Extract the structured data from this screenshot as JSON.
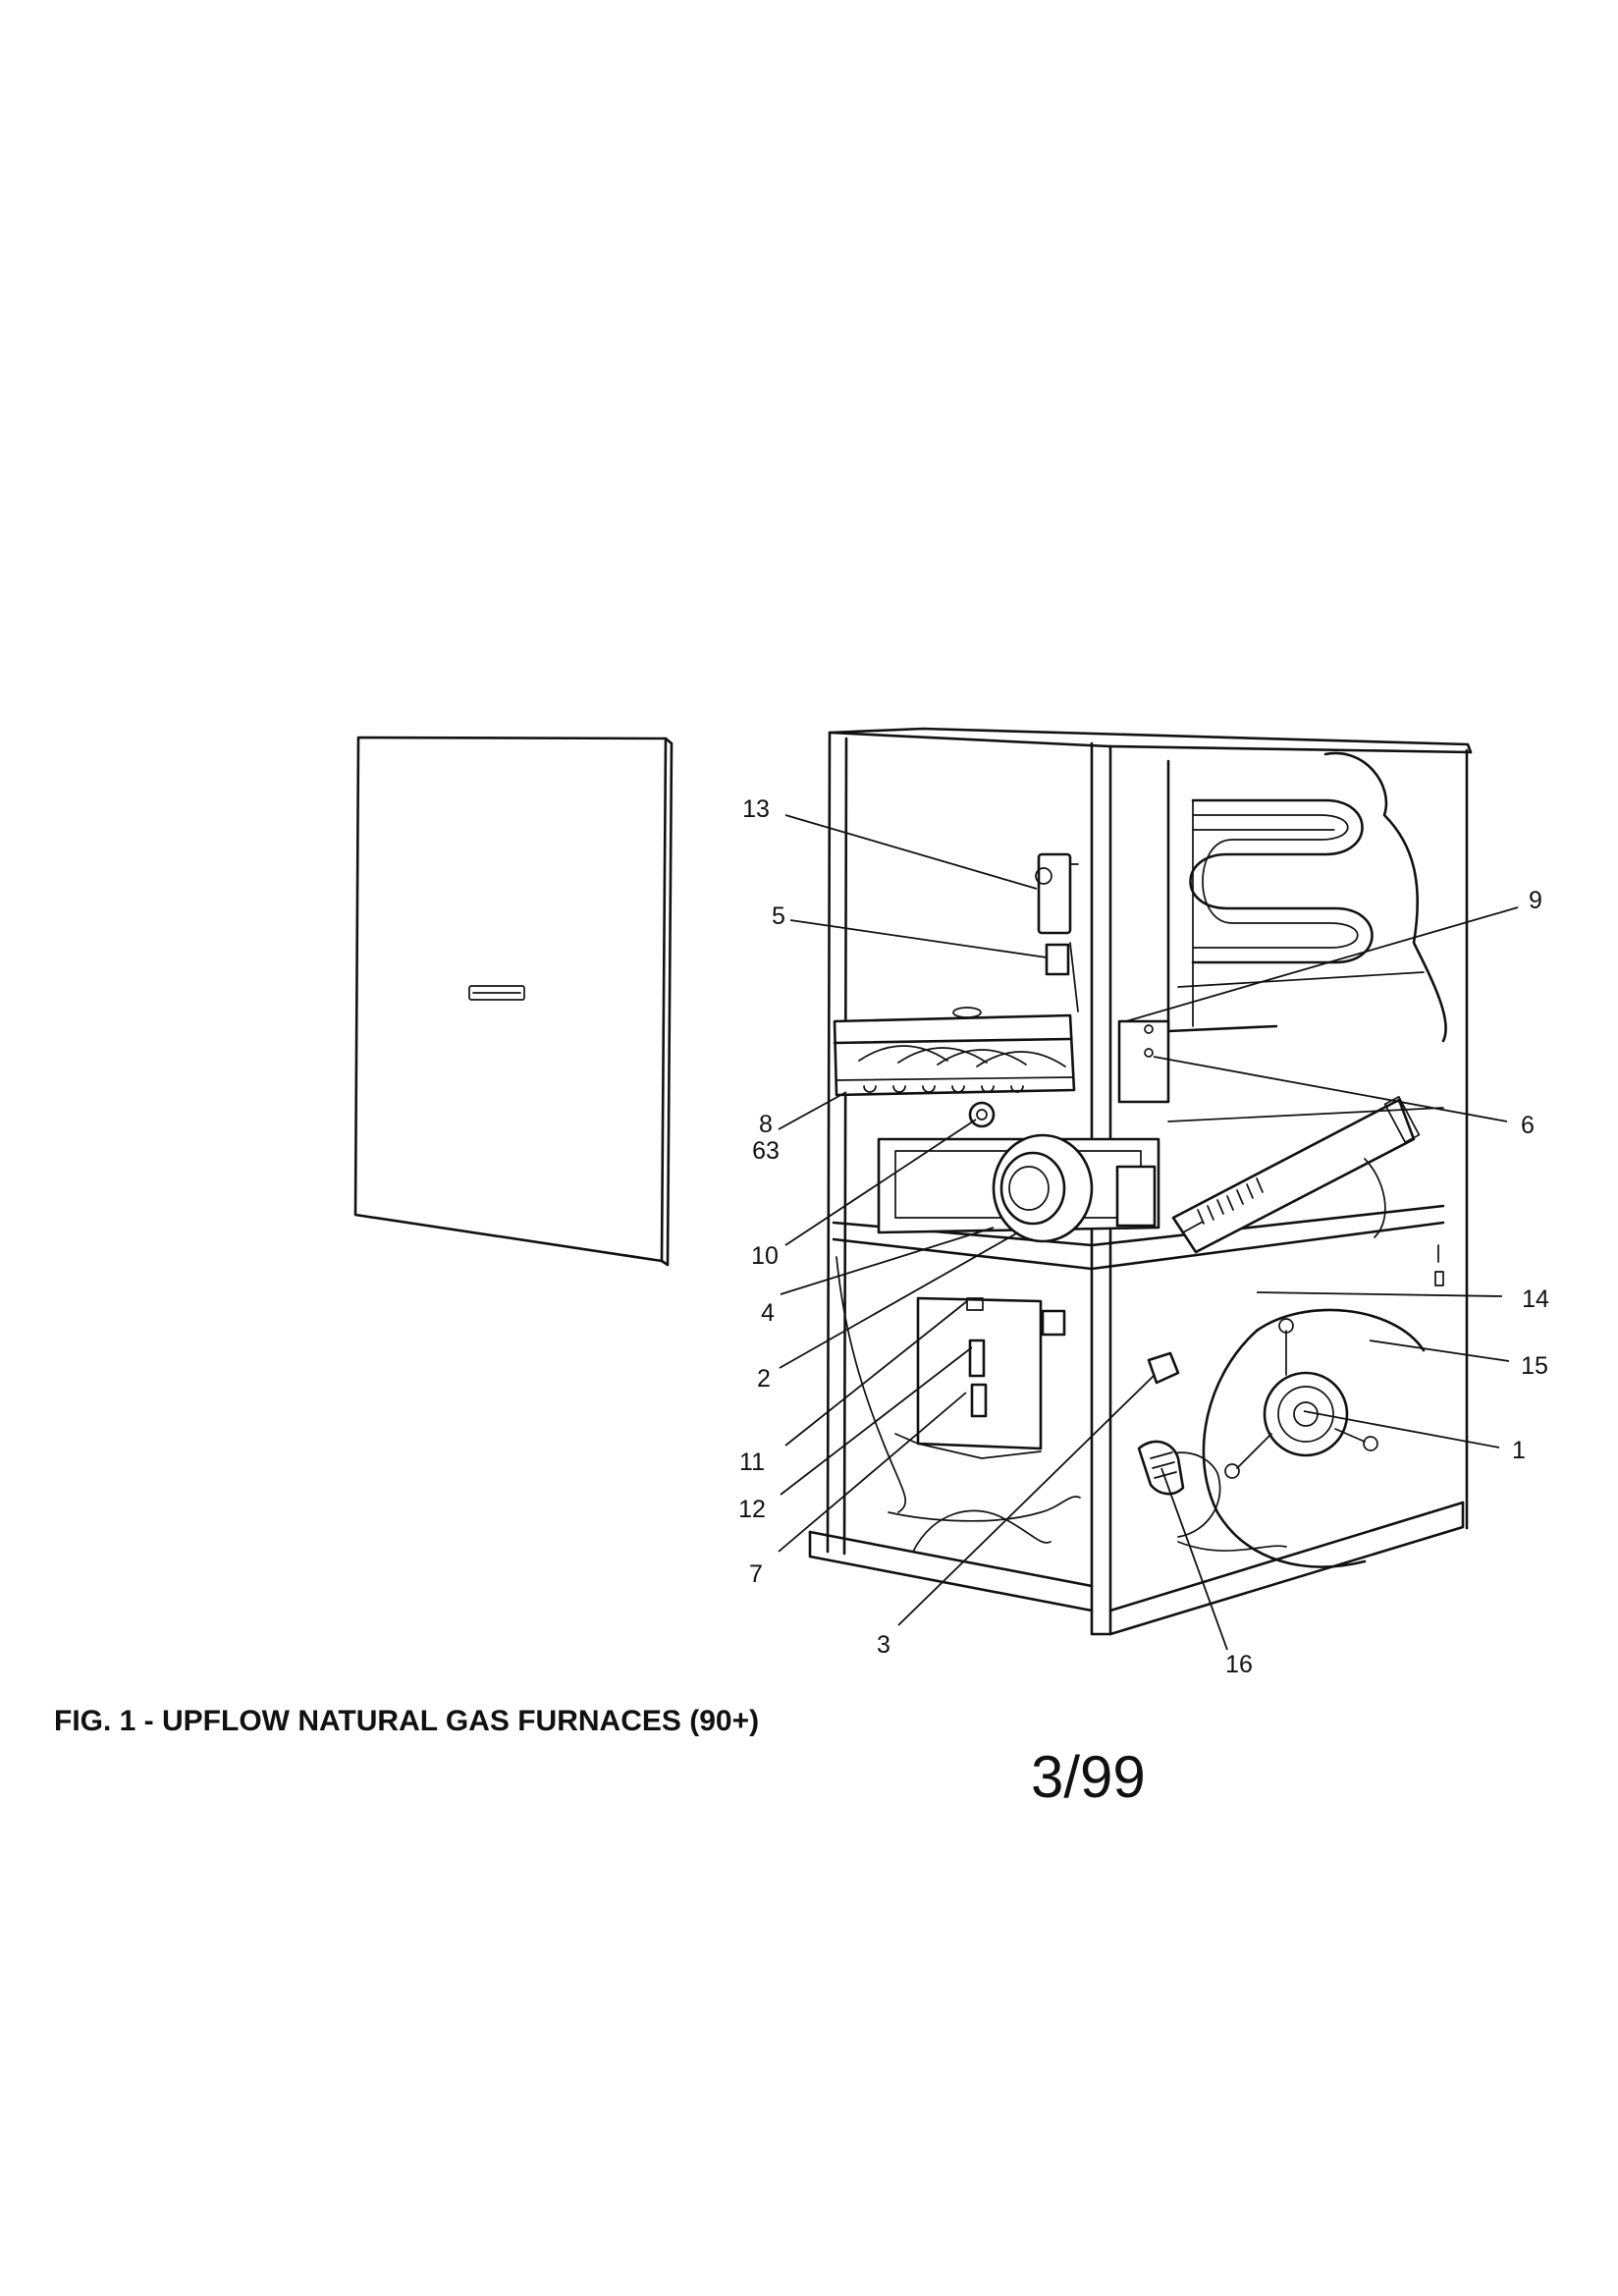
{
  "figure": {
    "caption": "FIG. 1 - UPFLOW NATURAL GAS FURNACES (90+)",
    "page_code": "3/99"
  },
  "callouts": [
    {
      "id": "13",
      "text": "13"
    },
    {
      "id": "5",
      "text": "5"
    },
    {
      "id": "9",
      "text": "9"
    },
    {
      "id": "6",
      "text": "6"
    },
    {
      "id": "8",
      "text": "8"
    },
    {
      "id": "63",
      "text": "63"
    },
    {
      "id": "10",
      "text": "10"
    },
    {
      "id": "4",
      "text": "4"
    },
    {
      "id": "2",
      "text": "2"
    },
    {
      "id": "14",
      "text": "14"
    },
    {
      "id": "15",
      "text": "15"
    },
    {
      "id": "11",
      "text": "11"
    },
    {
      "id": "1",
      "text": "1"
    },
    {
      "id": "12",
      "text": "12"
    },
    {
      "id": "7",
      "text": "7"
    },
    {
      "id": "3",
      "text": "3"
    },
    {
      "id": "16",
      "text": "16"
    }
  ]
}
